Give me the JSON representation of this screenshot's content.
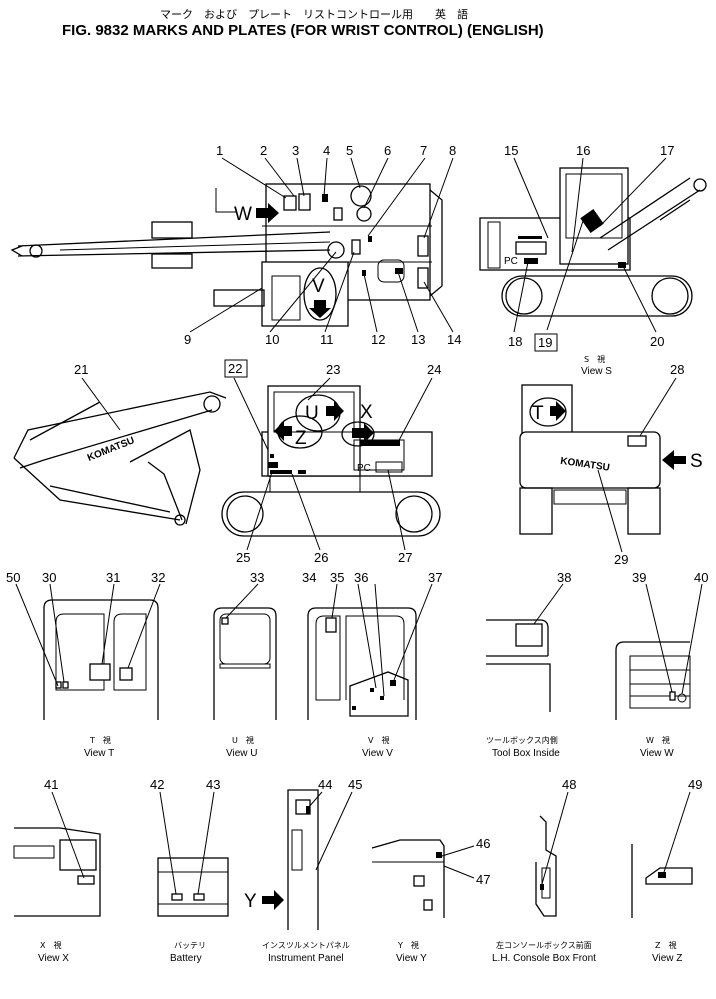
{
  "header": {
    "title_jp": "マーク　および　プレート　リストコントロール用　　英　語",
    "title_en": "FIG. 9832  MARKS  AND  PLATES  (FOR  WRIST  CONTROL)  (ENGLISH)"
  },
  "callouts": [
    "1",
    "2",
    "3",
    "4",
    "5",
    "6",
    "7",
    "8",
    "9",
    "10",
    "11",
    "12",
    "13",
    "14",
    "15",
    "16",
    "17",
    "18",
    "19",
    "20",
    "21",
    "22",
    "23",
    "24",
    "25",
    "26",
    "27",
    "28",
    "29",
    "30",
    "31",
    "32",
    "33",
    "34",
    "35",
    "36",
    "37",
    "38",
    "39",
    "40",
    "41",
    "42",
    "43",
    "44",
    "45",
    "46",
    "47",
    "48",
    "49",
    "50"
  ],
  "boxed_callouts": [
    "19",
    "22"
  ],
  "view_arrows": {
    "w": "W",
    "v": "V",
    "u": "U",
    "x": "X",
    "z": "Z",
    "t": "T",
    "s": "S",
    "y": "Y"
  },
  "brand": {
    "logo": "KOMATSU",
    "pc_badge": "PC"
  },
  "views": {
    "s": {
      "jp": "S　視",
      "en": "View S"
    },
    "t": {
      "jp": "T　視",
      "en": "View T"
    },
    "u": {
      "jp": "U　視",
      "en": "View U"
    },
    "v": {
      "jp": "V　視",
      "en": "View V"
    },
    "toolbox": {
      "jp": "ツールボックス内側",
      "en": "Tool Box Inside"
    },
    "w": {
      "jp": "W　視",
      "en": "View W"
    },
    "x": {
      "jp": "X　視",
      "en": "View X"
    },
    "battery": {
      "jp": "バッテリ",
      "en": "Battery"
    },
    "instrument": {
      "jp": "インスツルメントパネル",
      "en": "Instrument Panel"
    },
    "y": {
      "jp": "Y　視",
      "en": "View Y"
    },
    "console": {
      "jp": "左コンソールボックス前面",
      "en": "L.H. Console Box Front"
    },
    "z": {
      "jp": "Z　視",
      "en": "View Z"
    }
  }
}
